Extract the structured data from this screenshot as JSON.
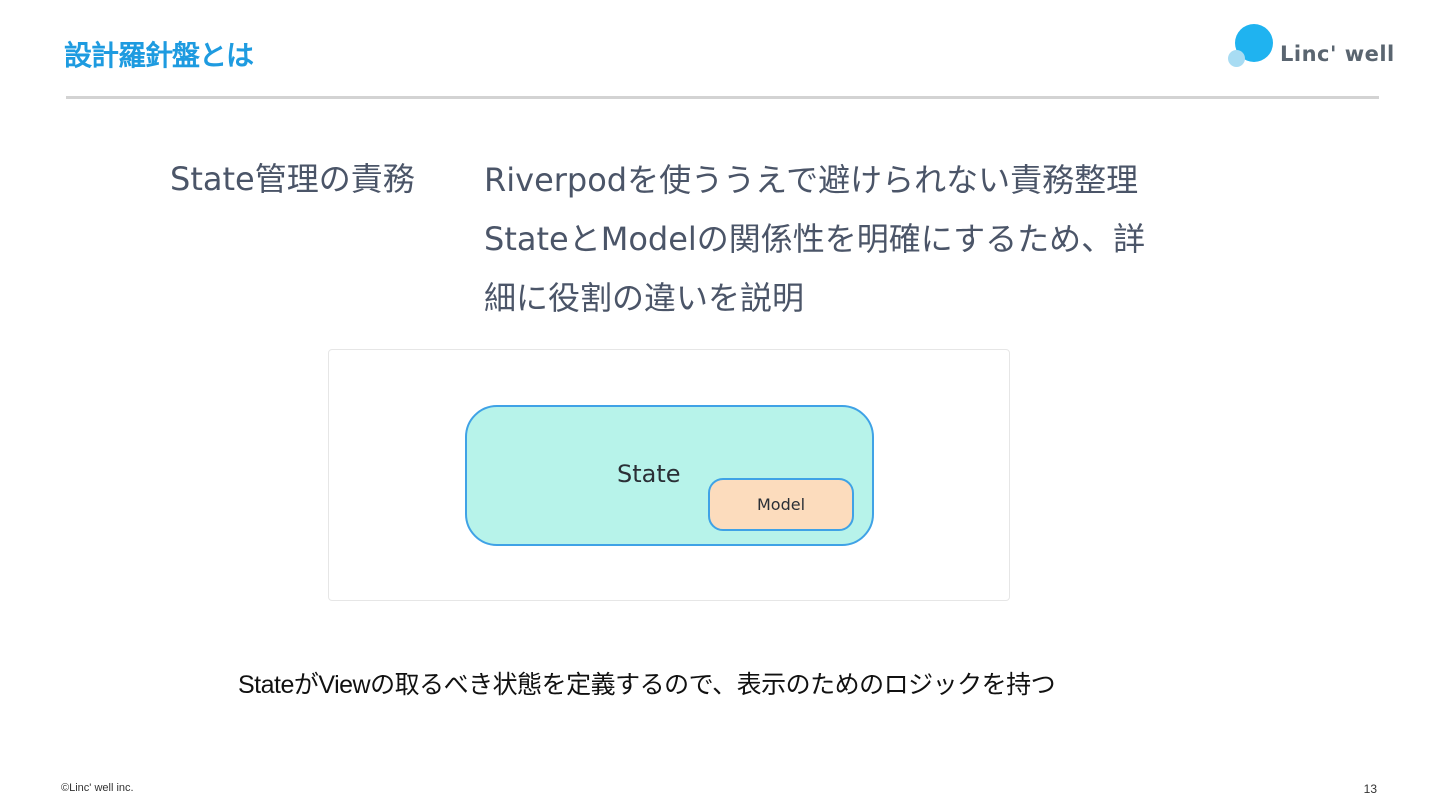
{
  "slide": {
    "title": "設計羅針盤とは",
    "logo_text": "Linc' well",
    "section_label": "State管理の責務",
    "description_lines": [
      "Riverpodを使ううえで避けられない責務整理",
      "StateとModelの関係性を明確にするため、詳",
      "細に役割の違いを説明"
    ],
    "diagram": {
      "outer_label": "State",
      "inner_label": "Model"
    },
    "caption": "StateがViewの取るべき状態を定義するので、表示のためのロジックを持つ",
    "footer_copyright": "©Linc' well inc.",
    "page_number": "13"
  },
  "colors": {
    "title": "#1e9be0",
    "state_fill": "#b7f3ea",
    "model_fill": "#fcdcbd",
    "box_border": "#3fa2e6"
  },
  "icons": {
    "logo": "linc-well-logo-circles"
  }
}
